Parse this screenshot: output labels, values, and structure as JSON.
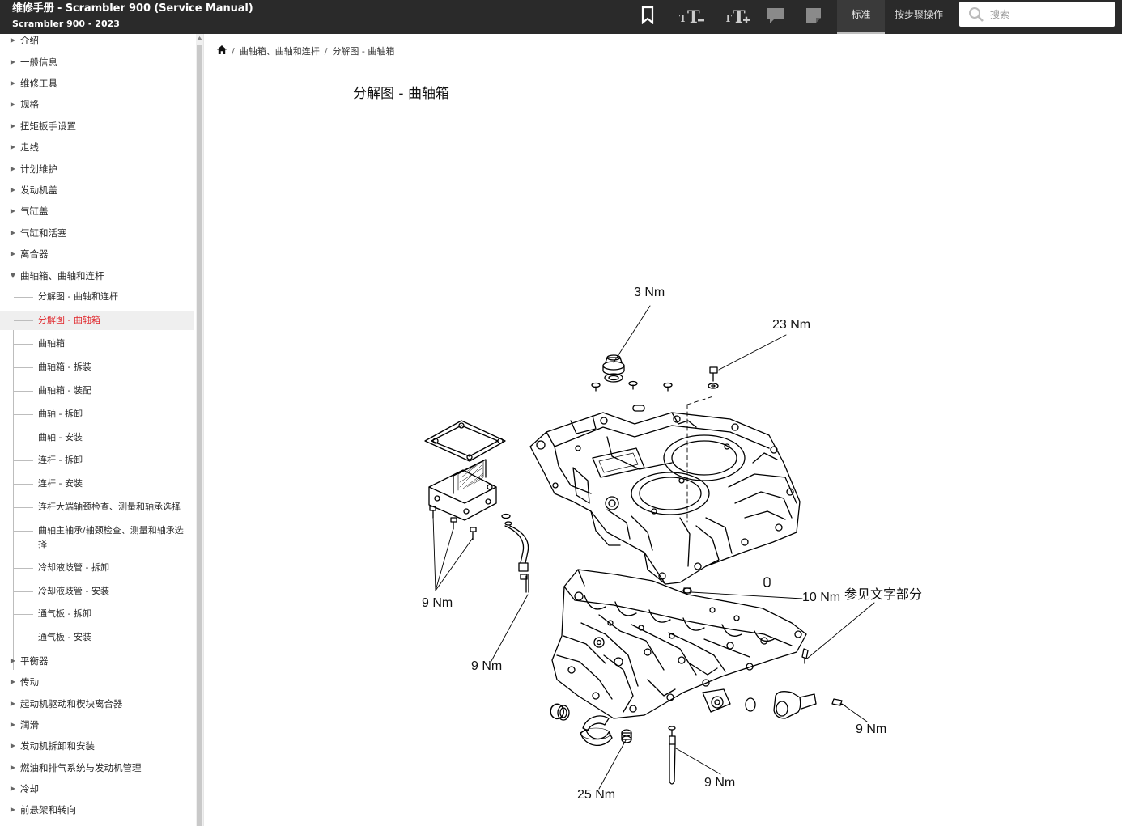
{
  "app": {
    "title": "维修手册 - Scrambler 900 (Service Manual)",
    "subtitle": "Scrambler 900 - 2023"
  },
  "toolbar": {
    "icons": [
      "bookmark-icon",
      "text-size-decrease-icon",
      "text-size-increase-icon",
      "comment-icon",
      "note-icon"
    ],
    "decrease_label": "T",
    "increase_label": "T",
    "tabs": [
      {
        "label": "标准",
        "active": true
      },
      {
        "label": "按步骤操作",
        "active": false
      }
    ]
  },
  "search": {
    "placeholder": "搜索",
    "value": ""
  },
  "sidebar": {
    "items_top": [
      {
        "label": "介绍"
      },
      {
        "label": "一般信息"
      },
      {
        "label": "维修工具"
      },
      {
        "label": "规格"
      },
      {
        "label": "扭矩扳手设置"
      },
      {
        "label": "走线"
      },
      {
        "label": "计划维护"
      },
      {
        "label": "发动机盖"
      },
      {
        "label": "气缸盖"
      },
      {
        "label": "气缸和活塞"
      },
      {
        "label": "离合器"
      }
    ],
    "expanded": {
      "label": "曲轴箱、曲轴和连杆"
    },
    "children": [
      {
        "label": "分解图 - 曲轴和连杆"
      },
      {
        "label": "分解图 - 曲轴箱",
        "active": true
      },
      {
        "label": "曲轴箱"
      },
      {
        "label": "曲轴箱 - 拆装"
      },
      {
        "label": "曲轴箱 - 装配"
      },
      {
        "label": "曲轴 - 拆卸"
      },
      {
        "label": "曲轴 - 安装"
      },
      {
        "label": "连杆 - 拆卸"
      },
      {
        "label": "连杆 - 安装"
      },
      {
        "label": "连杆大端轴颈检查、测量和轴承选择"
      },
      {
        "label": "曲轴主轴承/轴颈检查、测量和轴承选择"
      },
      {
        "label": "冷却液歧管 - 拆卸"
      },
      {
        "label": "冷却液歧管 - 安装"
      },
      {
        "label": "通气板 - 拆卸"
      },
      {
        "label": "通气板 - 安装"
      }
    ],
    "items_bottom": [
      {
        "label": "平衡器"
      },
      {
        "label": "传动"
      },
      {
        "label": "起动机驱动和楔块离合器"
      },
      {
        "label": "润滑"
      },
      {
        "label": "发动机拆卸和安装"
      },
      {
        "label": "燃油和排气系统与发动机管理"
      },
      {
        "label": "冷却"
      },
      {
        "label": "前悬架和转向"
      }
    ]
  },
  "breadcrumb": {
    "home_icon": "home-icon",
    "sep": "/",
    "items": [
      "曲轴箱、曲轴和连杆",
      "分解图 - 曲轴箱"
    ]
  },
  "page": {
    "title": "分解图 - 曲轴箱"
  },
  "diagram": {
    "labels": {
      "t_3nm": "3 Nm",
      "t_23nm": "23 Nm",
      "t_9nm_a": "9 Nm",
      "t_9nm_b": "9 Nm",
      "t_10nm": "10 Nm",
      "t_see_text": "参见文字部分",
      "t_9nm_c": "9 Nm",
      "t_9nm_d": "9 Nm",
      "t_25nm": "25 Nm"
    }
  },
  "colors": {
    "topbar": "#2a2a2a",
    "active_link": "#e0262b",
    "active_row": "#efefef"
  }
}
